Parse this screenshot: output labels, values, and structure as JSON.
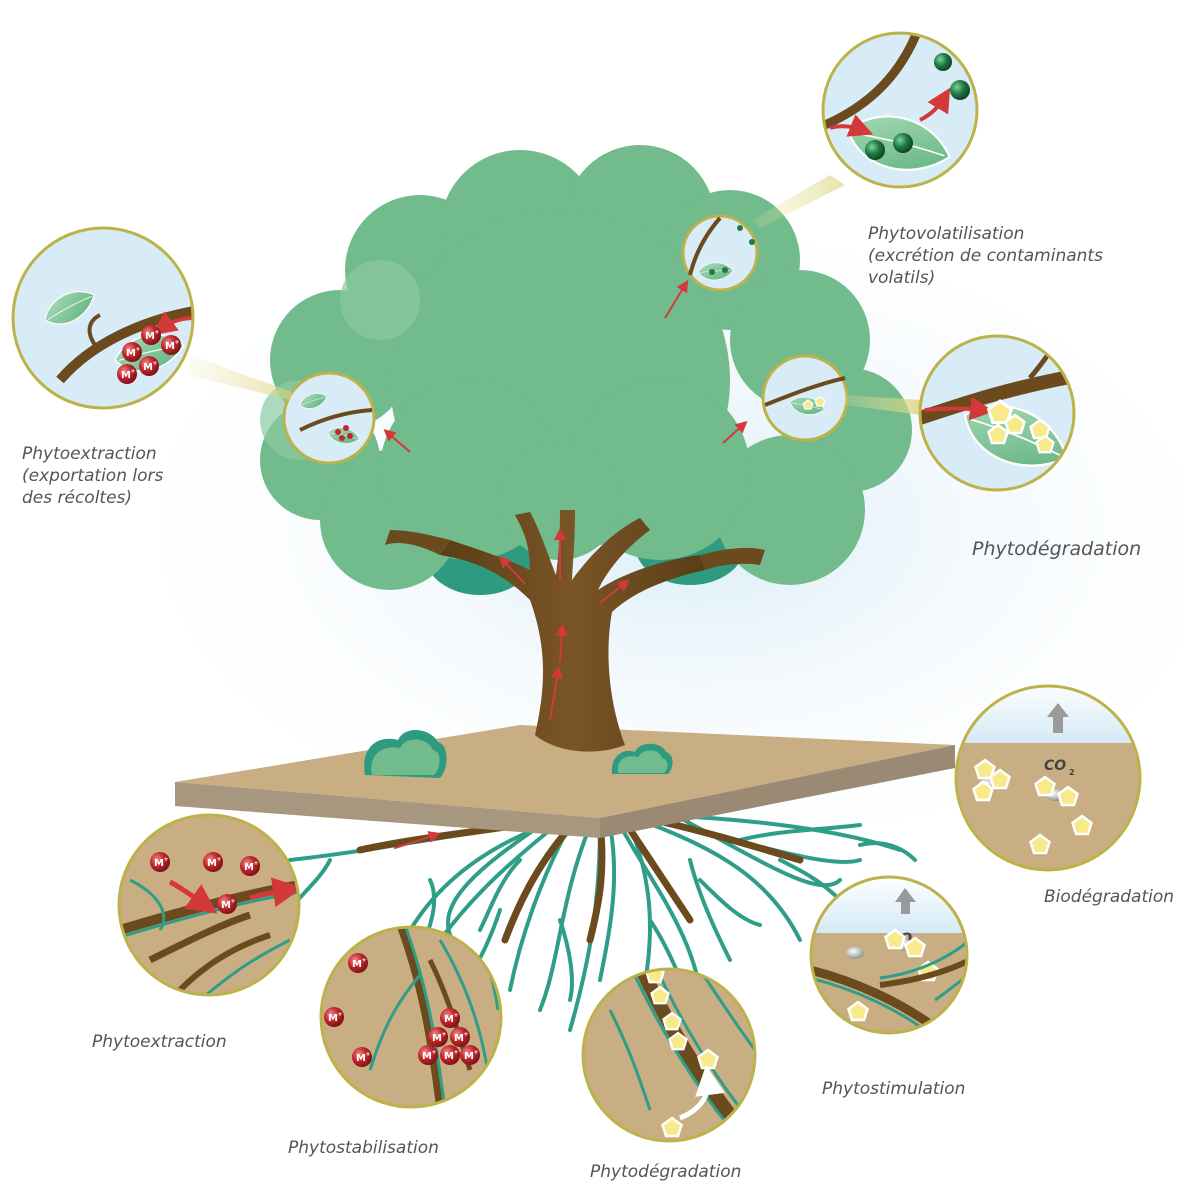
{
  "labels": {
    "phytoextraction_leaf": [
      "Phytoextraction",
      "(exportation lors",
      "des récoltes)"
    ],
    "phytovolatilisation": [
      "Phytovolatilisation",
      "(excrétion de contaminants",
      "volatils)"
    ],
    "phytodegradation_leaf": "Phytodégradation",
    "biodegradation": "Biodégradation",
    "phytoextraction_root": "Phytoextraction",
    "phytostabilisation": "Phytostabilisation",
    "phytodegradation_root": "Phytodégradation",
    "phytostimulation": "Phytostimulation"
  },
  "symbols": {
    "metal_ion": "M+",
    "co2": "CO",
    "co2_sub": "2"
  },
  "colors": {
    "foliage": "#72bb8c",
    "foliage_dark": "#2e9b80",
    "trunk": "#6b4a1e",
    "soil": "#c8ae82",
    "soil_edge": "#a8977f",
    "root_green": "#2f9e88",
    "metal": "#c0272d",
    "arrow": "#d4393a",
    "sky": "#d8ecf8",
    "circle_border": "#bdb24a",
    "pollutant": "#f6e27a",
    "volatile": "#1f7a44"
  }
}
